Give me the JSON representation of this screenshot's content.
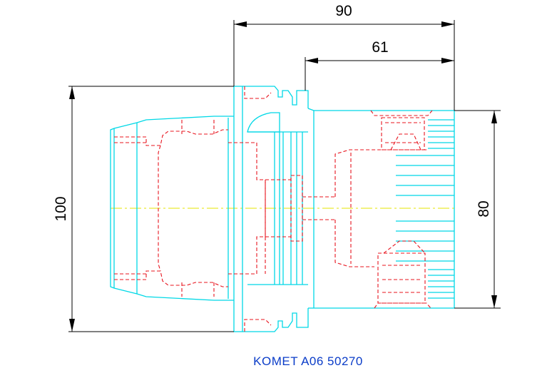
{
  "dimensions": {
    "overall_length": "90",
    "flange_to_end": "61",
    "flange_diameter": "100",
    "body_diameter": "80"
  },
  "caption": "KOMET A06 50270",
  "colors": {
    "outline": "#00d8e6",
    "hidden_lines": "#e8141e",
    "center_line": "#e6e600",
    "dimension_lines": "#000000",
    "caption": "#0a3cc8"
  }
}
